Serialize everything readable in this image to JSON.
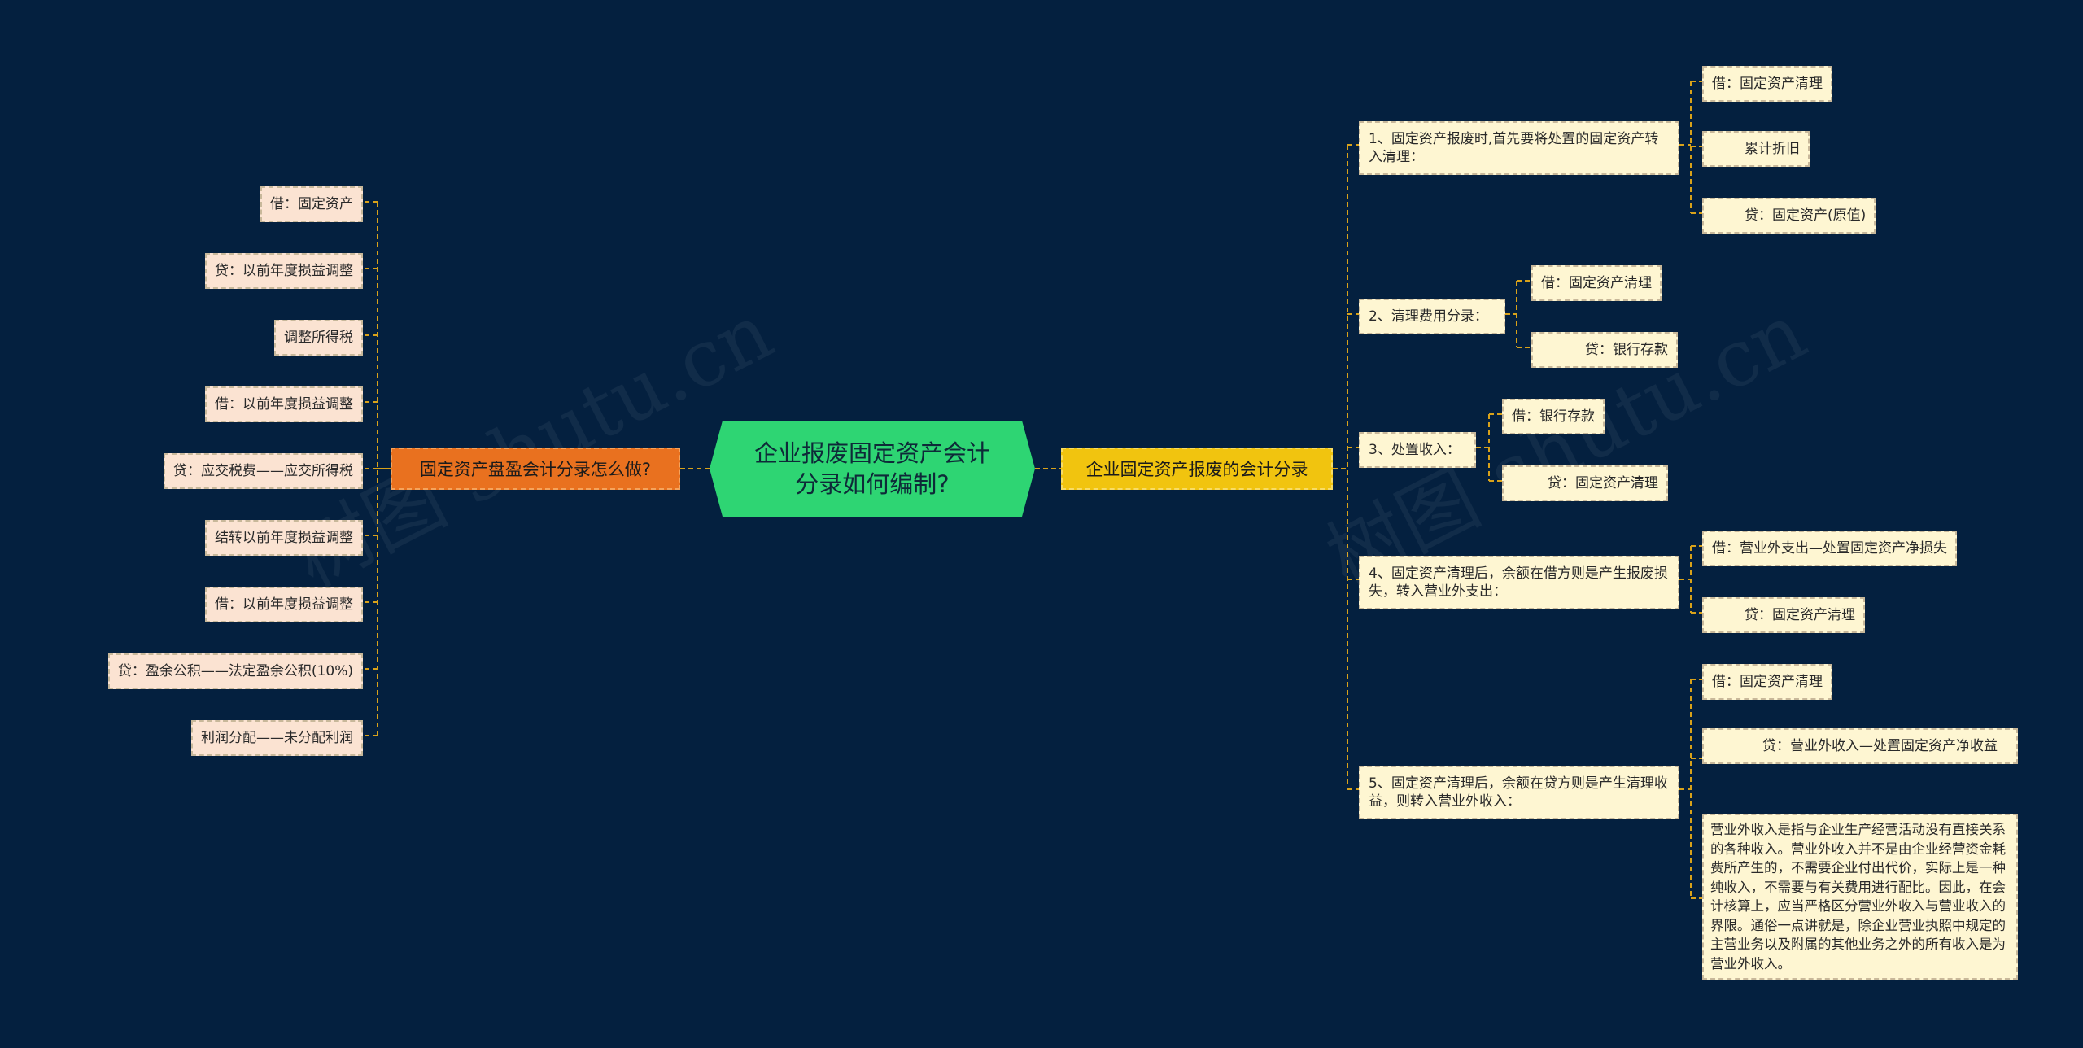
{
  "root": {
    "title": "企业报废固定资产会计分录如何编制?"
  },
  "left": {
    "title": "固定资产盘盈会计分录怎么做?",
    "items": [
      "借：固定资产",
      "贷：以前年度损益调整",
      "调整所得税",
      "借：以前年度损益调整",
      "贷：应交税费——应交所得税",
      "结转以前年度损益调整",
      "借：以前年度损益调整",
      "贷：盈余公积——法定盈余公积(10%)",
      "利润分配——未分配利润"
    ]
  },
  "right": {
    "title": "企业固定资产报废的会计分录",
    "groups": [
      {
        "label": "1、固定资产报废时,首先要将处置的固定资产转入清理：",
        "items": [
          "借：固定资产清理",
          "累计折旧",
          "贷：固定资产(原值)"
        ]
      },
      {
        "label": "2、清理费用分录：",
        "items": [
          "借：固定资产清理",
          "贷：银行存款"
        ]
      },
      {
        "label": "3、处置收入：",
        "items": [
          "借：银行存款",
          "贷：固定资产清理"
        ]
      },
      {
        "label": "4、固定资产清理后，余额在借方则是产生报废损失，转入营业外支出：",
        "items": [
          "借：营业外支出—处置固定资产净损失",
          "贷：固定资产清理"
        ]
      },
      {
        "label": "5、固定资产清理后，余额在贷方则是产生清理收益，则转入营业外收入：",
        "items": [
          "借：固定资产清理",
          "贷：营业外收入—处置固定资产净收益",
          "营业外收入是指与企业生产经营活动没有直接关系的各种收入。营业外收入并不是由企业经营资金耗费所产生的，不需要企业付出代价，实际上是一种纯收入，不需要与有关费用进行配比。因此，在会计核算上，应当严格区分营业外收入与营业收入的界限。通俗一点讲就是，除企业营业执照中规定的主营业务以及附属的其他业务之外的所有收入是为营业外收入。"
        ]
      }
    ]
  },
  "watermark": [
    "树图 shutu.cn",
    "树图 shutu.cn"
  ],
  "colors": {
    "background": "#04203F",
    "root": "#2ED573",
    "left_branch": "#E9711F",
    "right_branch": "#F1C40F",
    "connector": "#D9A21A"
  }
}
